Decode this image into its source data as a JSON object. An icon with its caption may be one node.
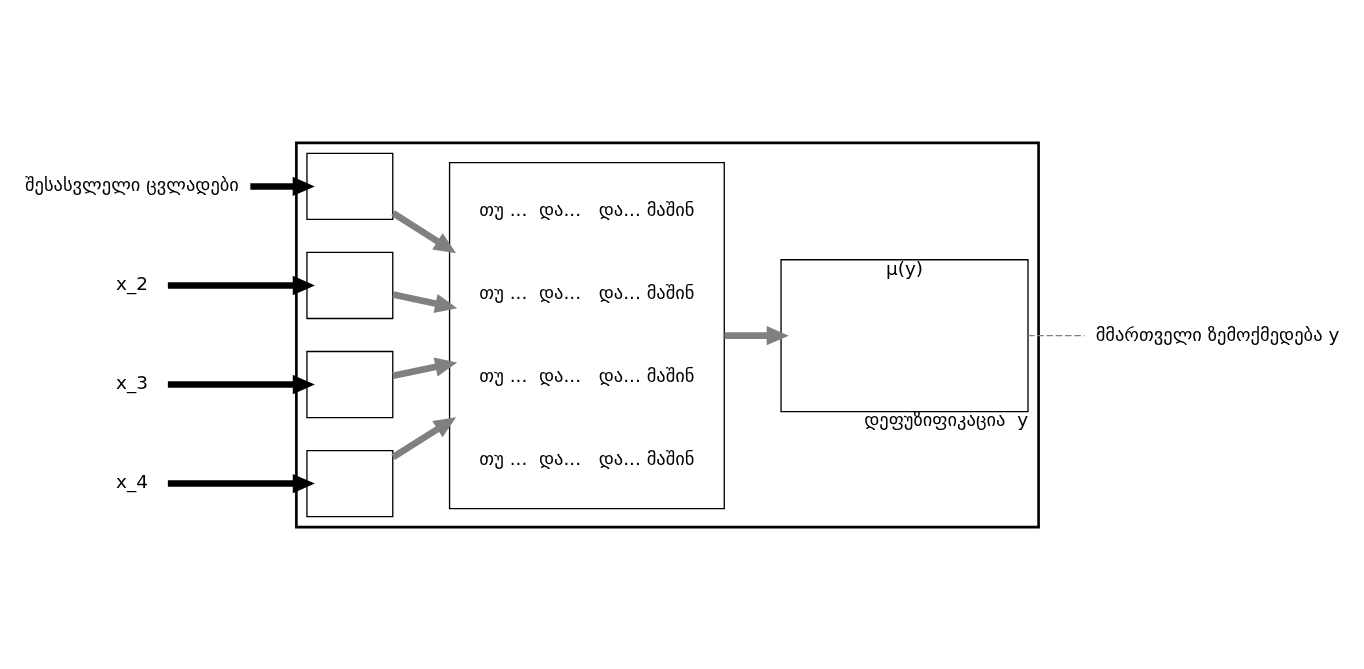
{
  "diagram": {
    "nodes": [
      {
        "text": [],
        "shape": "box"
      },
      {
        "text": [
          "შესასვლელი ცვლადები"
        ]
      },
      {
        "text": [
          "x_2"
        ]
      },
      {
        "text": [
          "x_3"
        ]
      },
      {
        "text": [
          "x_4"
        ]
      },
      {
        "text": [],
        "shape": "box",
        "in": 0
      },
      {
        "text": [],
        "shape": "box",
        "in": 0
      },
      {
        "text": [],
        "shape": "box",
        "in": 0
      },
      {
        "text": [],
        "shape": "box",
        "in": 0
      },
      {
        "text": [
          "თუ ...  და...   და... მაშინ",
          "თუ ...  და...   და... მაშინ",
          "თუ ...  და...   და... მაშინ",
          "თუ ...  და...   და... მაშინ"
        ],
        "in": 0
      },
      {
        "text": [
          "μ(y)"
        ],
        "beside": [
          "დეფუზიფიკაცია",
          "y"
        ],
        "in": 0
      },
      {
        "text": [
          "მმართველი ზემოქმედება y"
        ]
      }
    ],
    "edges": [
      {
        "from": 1,
        "to": 5,
        "arrow": "to",
        "color": "#000000"
      },
      {
        "from": 2,
        "to": 6,
        "arrow": "to",
        "color": "#000000"
      },
      {
        "from": 3,
        "to": 7,
        "arrow": "to",
        "color": "#000000"
      },
      {
        "from": 4,
        "to": 8,
        "arrow": "to",
        "color": "#000000"
      },
      {
        "from": 5,
        "to": 9,
        "arrow": "to"
      },
      {
        "from": 6,
        "to": 9,
        "arrow": "to"
      },
      {
        "from": 7,
        "to": 9,
        "arrow": "to"
      },
      {
        "from": 8,
        "to": 9,
        "arrow": "to"
      },
      {
        "from": 9,
        "to": 10,
        "arrow": "to"
      },
      {
        "from": 10,
        "to": 11,
        "arrow": "none",
        "style": "dashed"
      }
    ]
  }
}
